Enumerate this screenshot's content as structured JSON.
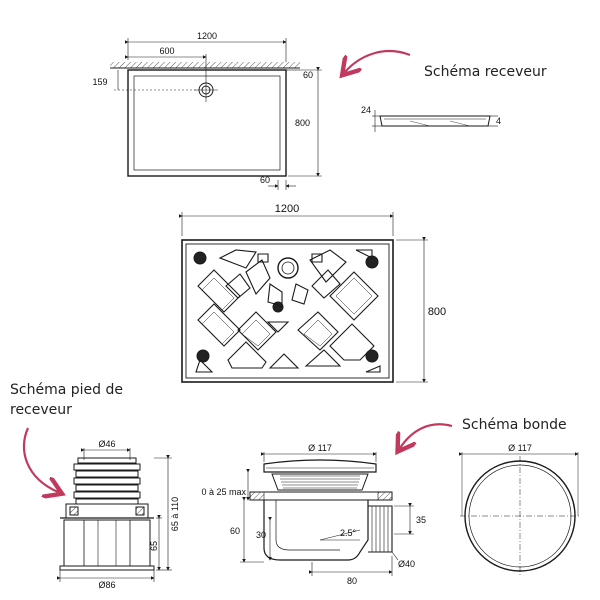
{
  "captions": {
    "receveur": "Schéma receveur",
    "pied_line1": "Schéma pied de",
    "pied_line2": "receveur",
    "bonde": "Schéma bonde"
  },
  "receveur_plan": {
    "width": "1200",
    "half_width": "600",
    "drain_offset": "159",
    "wall_gap": "60",
    "depth": "800",
    "bottom_gap": "60"
  },
  "receveur_side": {
    "height": "24",
    "edge": "4"
  },
  "underside": {
    "width": "1200",
    "depth": "800"
  },
  "pied": {
    "top_diameter": "Ø46",
    "base_diameter": "Ø86",
    "height_range": "65 à 110",
    "base_height": "65"
  },
  "bonde_section": {
    "cover_diameter": "Ø 117",
    "clearance": "0 à 25 max",
    "height_60": "60",
    "height_30": "30",
    "slope": "2.5°",
    "outlet_35": "35",
    "outlet_diameter": "Ø40",
    "length_80": "80"
  },
  "bonde_top": {
    "diameter": "Ø 117"
  },
  "colors": {
    "line": "#1a1a1a",
    "arrow": "#c2395e",
    "hatch": "#555555"
  }
}
